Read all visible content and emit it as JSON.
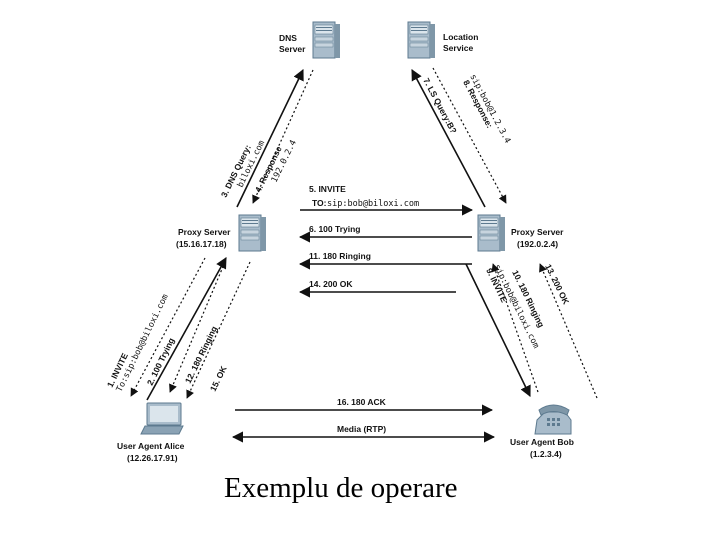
{
  "nodes": {
    "dns_server": {
      "line1": "DNS",
      "line2": "Server"
    },
    "location_service": {
      "line1": "Location",
      "line2": "Service"
    },
    "proxy_left": {
      "line1": "Proxy Server",
      "line2": "(15.16.17.18)"
    },
    "proxy_right": {
      "line1": "Proxy Server",
      "line2": "(192.0.2.4)"
    },
    "alice": {
      "line1": "User Agent Alice",
      "line2": "(12.26.17.91)"
    },
    "bob": {
      "line1": "User Agent Bob",
      "line2": "(1.2.3.4)"
    }
  },
  "messages": {
    "m1": "1.  INVITE",
    "m1_uri": "To:sip:bob@biloxi.com",
    "m2": "2.  100 Trying",
    "m3": "3.  DNS Query:",
    "m3_uri": "biloxi.com",
    "m4": "4.  Response",
    "m4_ip": "192.0.2.4",
    "m5": "5.  INVITE",
    "m5_to": "TO:",
    "m5_uri": "sip:bob@biloxi.com",
    "m6": "6.  100 Trying",
    "m7": "7.  LS Query:B?",
    "m8": "8.  Response:",
    "m8_uri": "sip:bob@1.2.3.4",
    "m9": "9.  INVITE",
    "m9_uri": "sip:bob@biloxi.com",
    "m10": "10.  180 Ringing",
    "m11": "11.  180 Ringing",
    "m12": "12.  180 Ringing",
    "m13": "13.  200 OK",
    "m14": "14.  200 OK",
    "m15": "15.  OK",
    "m16": "16.  180 ACK",
    "media": "Media (RTP)"
  },
  "caption": "Exemplu de operare",
  "icons": [
    "server-icon",
    "laptop-icon",
    "phone-icon"
  ],
  "colors": {
    "server_body": "#a9bccb",
    "server_dark": "#5d7a8f",
    "ink": "#111111"
  }
}
